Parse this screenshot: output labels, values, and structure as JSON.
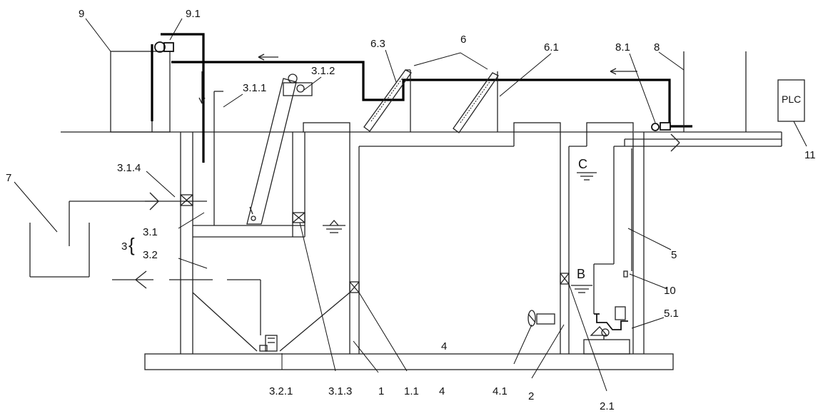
{
  "labels": {
    "l9": "9",
    "l9_1": "9.1",
    "l3_1_1": "3.1.1",
    "l3_1_2": "3.1.2",
    "l6_3": "6.3",
    "l6": "6",
    "l6_1": "6.1",
    "l8_1": "8.1",
    "l8": "8",
    "l11": "11",
    "l7": "7",
    "l3_1_4": "3.1.4",
    "l3": "3",
    "l3_1": "3.1",
    "l3_2": "3.2",
    "lC": "C",
    "lB": "B",
    "l5": "5",
    "l10": "10",
    "l5_1": "5.1",
    "l3_2_1": "3.2.1",
    "l3_1_3": "3.1.3",
    "l1": "1",
    "l1_1": "1.1",
    "l4": "4",
    "l4_1": "4.1",
    "l2": "2",
    "l2_1": "2.1"
  },
  "plc": {
    "text": "PLC"
  }
}
